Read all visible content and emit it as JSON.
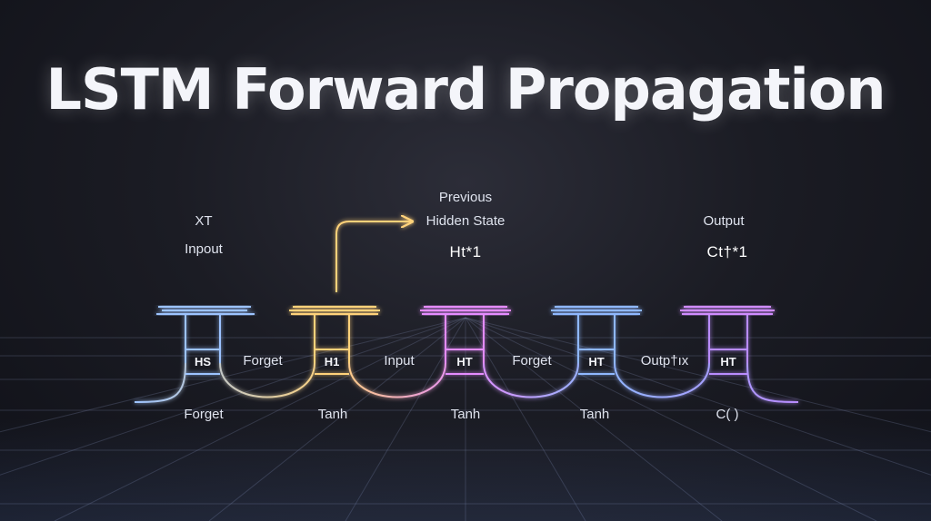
{
  "title": "LSTM Forward Propagation",
  "top_labels": {
    "xt": "XT",
    "input": "Inpout",
    "previous": "Previous",
    "hidden_state": "Hidden State",
    "output": "Output",
    "ht1": "Ht*1",
    "ct1": "Ct†*1"
  },
  "cells": [
    {
      "tag": "HS",
      "color": "#9cc3ff"
    },
    {
      "tag": "H1",
      "color": "#ffd27a"
    },
    {
      "tag": "HT",
      "color": "#e58cff"
    },
    {
      "tag": "HT",
      "color": "#8fb8ff"
    },
    {
      "tag": "HT",
      "color": "#b98cff"
    }
  ],
  "gate_labels": [
    "Forget",
    "Input",
    "Forget",
    "Outp†ıx"
  ],
  "bottom_labels": [
    "Forget",
    "Tanh",
    "Tanh",
    "Tanh",
    "C( )"
  ]
}
